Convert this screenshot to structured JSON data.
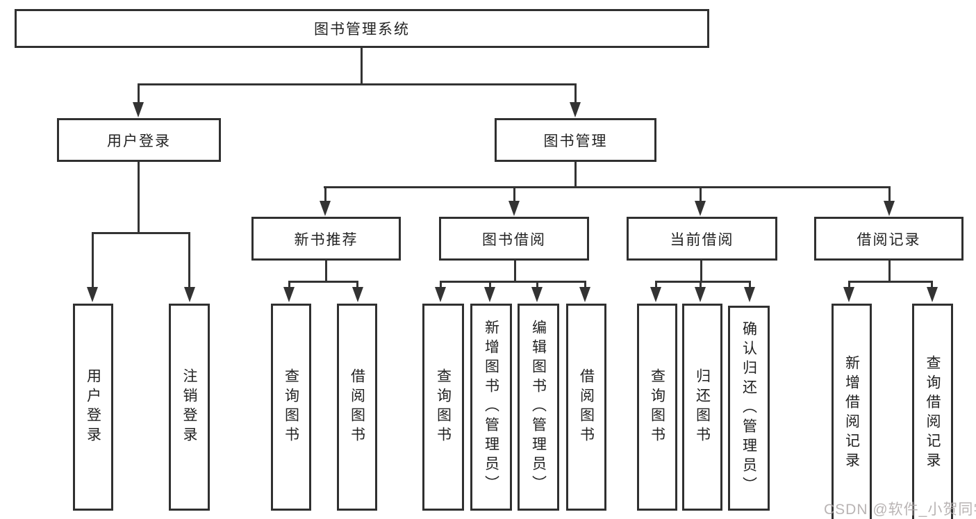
{
  "diagram_title": "图书管理系统",
  "nodes": {
    "root": {
      "label": "图书管理系统"
    },
    "userLoginGroup": {
      "label": "用户登录"
    },
    "bookMgmt": {
      "label": "图书管理"
    },
    "userLogin": {
      "label": "用户登录"
    },
    "logoutLogin": {
      "label": "注销登录"
    },
    "newBookRec": {
      "label": "新书推荐"
    },
    "bookBorrow": {
      "label": "图书借阅"
    },
    "currentBorrow": {
      "label": "当前借阅"
    },
    "borrowRecord": {
      "label": "借阅记录"
    },
    "queryBookA": {
      "label": "查询图书"
    },
    "borrowBookA": {
      "label": "借阅图书"
    },
    "queryBookB": {
      "label": "查询图书"
    },
    "addBook": {
      "label": "新增图书（管理员）"
    },
    "editBook": {
      "label": "编辑图书（管理员）"
    },
    "borrowBookB": {
      "label": "借阅图书"
    },
    "queryBookC": {
      "label": "查询图书"
    },
    "returnBook": {
      "label": "归还图书"
    },
    "confirmReturn": {
      "label": "确认归还（管理员）"
    },
    "addBorrowRecord": {
      "label": "新增借阅记录"
    },
    "queryBorrowRecord": {
      "label": "查询借阅记录"
    }
  },
  "watermark": "CSDN @软件_小贺同学",
  "colors": {
    "line": "#333333",
    "box_border": "#303030",
    "text": "#222222",
    "watermark": "#ada7a7"
  }
}
